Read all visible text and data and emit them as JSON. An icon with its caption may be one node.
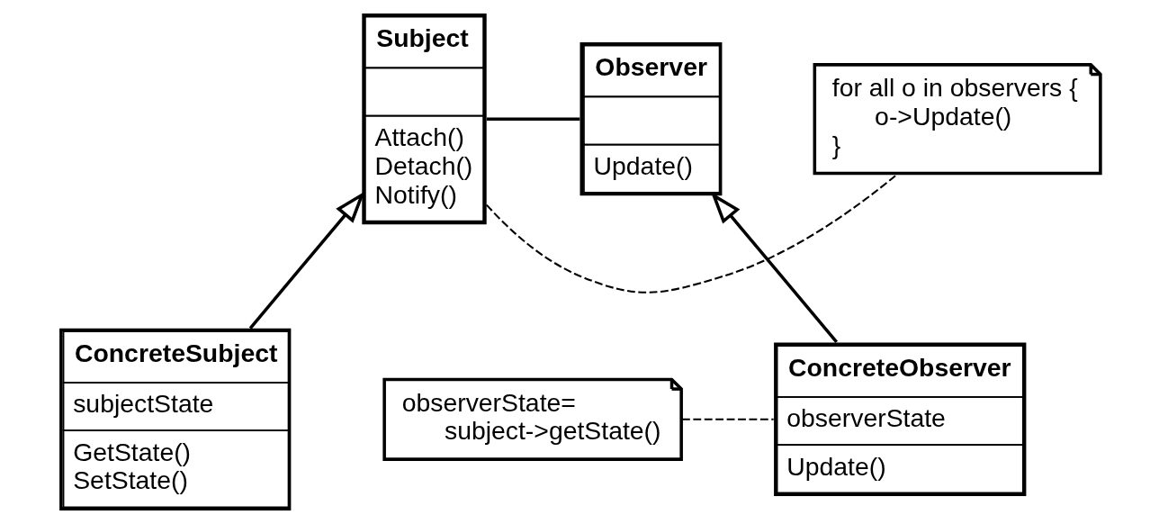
{
  "diagram": {
    "nodes": [
      {
        "text": [
          "Subject",
          "Attach()",
          "Detach()",
          "Notify()"
        ]
      },
      {
        "text": [
          "for all o in observers {",
          "o->Update()",
          "}"
        ]
      },
      {
        "text": [
          "Observer",
          "Update()"
        ]
      },
      {
        "text": [
          "ConcreteSubject",
          "subjectState",
          "GetState()",
          "SetState()"
        ]
      },
      {
        "text": [
          "observerState=",
          "subject->getState()"
        ]
      },
      {
        "text": [
          "ConcreteObserver",
          "observerState",
          "Update()"
        ]
      }
    ],
    "edges": [
      {
        "from": 0,
        "to": 2,
        "arrow": "none"
      },
      {
        "from": 0,
        "to": 1,
        "arrow": "none",
        "style": "dashed"
      },
      {
        "from": 3,
        "to": 0,
        "arrow": "to"
      },
      {
        "from": 5,
        "to": 2,
        "arrow": "to"
      },
      {
        "from": 4,
        "to": 5,
        "arrow": "none",
        "style": "dashed"
      }
    ]
  }
}
